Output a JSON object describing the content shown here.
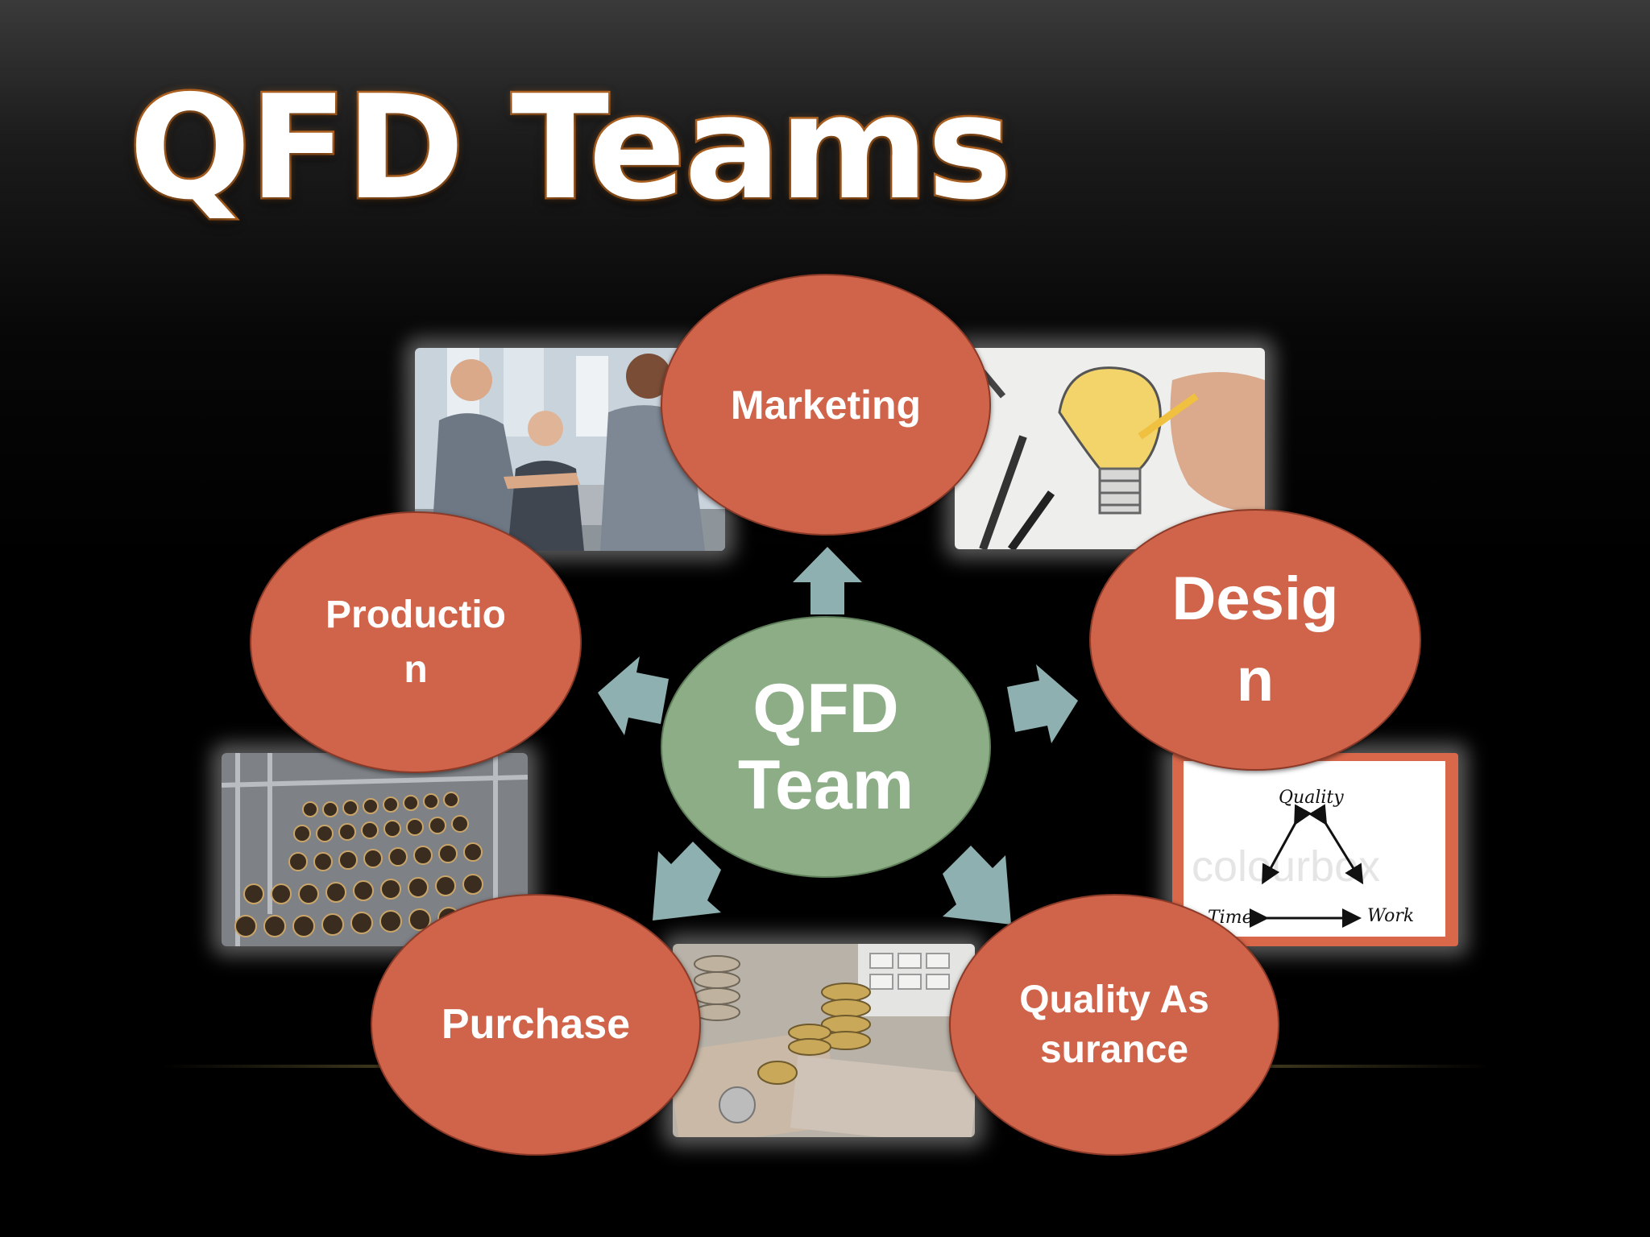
{
  "slide": {
    "title": "QFD Teams"
  },
  "diagram": {
    "center": {
      "label": "QFD Team",
      "color": "#8cad86"
    },
    "node_color": "#d0644a",
    "arrow_color": "#8fb0b0",
    "nodes": [
      {
        "id": "marketing",
        "label": "Marketing"
      },
      {
        "id": "design",
        "label": "Design"
      },
      {
        "id": "quality-assurance",
        "label": "Quality Assurance"
      },
      {
        "id": "purchase",
        "label": "Purchase"
      },
      {
        "id": "production",
        "label": "Production"
      }
    ]
  },
  "images": [
    {
      "name": "business-meeting-photo"
    },
    {
      "name": "lightbulb-sketch-photo"
    },
    {
      "name": "quality-time-work-triangle-image",
      "labels": [
        "Quality",
        "Time",
        "Work"
      ],
      "watermark": "colourbox"
    },
    {
      "name": "coins-and-money-photo"
    },
    {
      "name": "bottling-line-photo"
    }
  ]
}
